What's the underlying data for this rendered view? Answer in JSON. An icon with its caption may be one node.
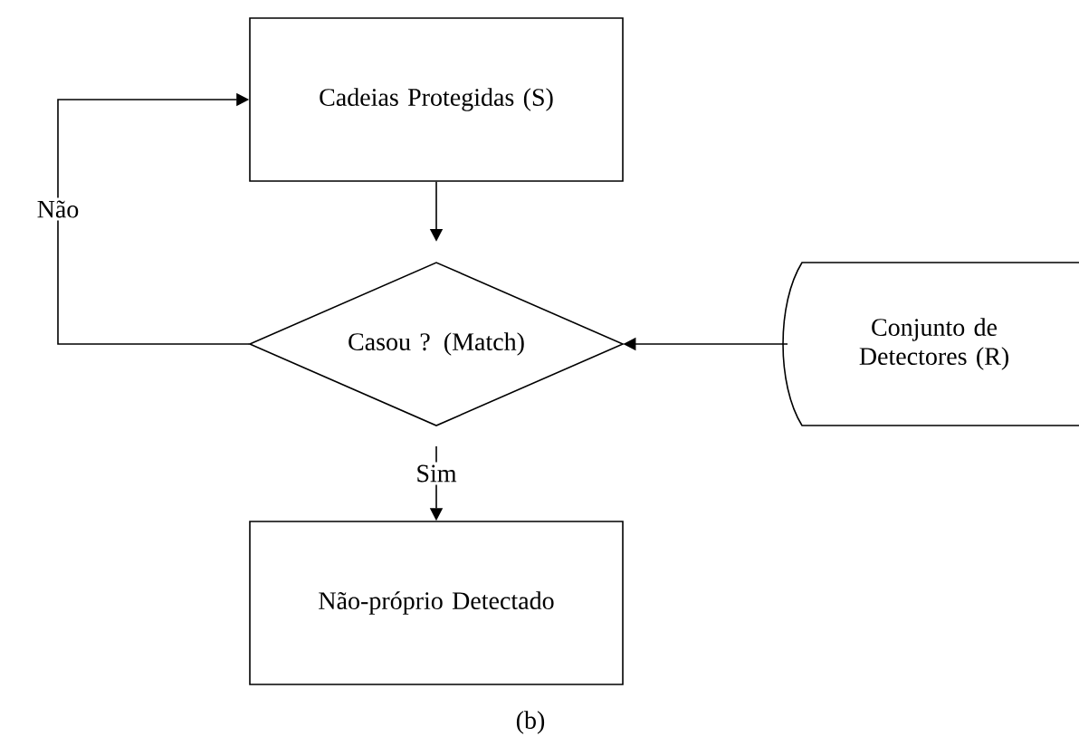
{
  "diagram": {
    "caption": "(b)",
    "nodes": [
      {
        "text": [
          "Cadeias Protegidas (S)"
        ]
      },
      {
        "text": [
          "Casou ? (Match)"
        ]
      },
      {
        "text": [
          "Conjunto de Detectores (R)"
        ]
      },
      {
        "text": [
          "Não-próprio Detectado"
        ]
      }
    ],
    "edges": [
      {
        "from": 0,
        "to": 1,
        "arrow": "to"
      },
      {
        "from": 1,
        "to": 0,
        "arrow": "to",
        "label": "Não"
      },
      {
        "from": 2,
        "to": 1,
        "arrow": "to"
      },
      {
        "from": 1,
        "to": 3,
        "arrow": "to",
        "label": "Sim"
      }
    ]
  }
}
